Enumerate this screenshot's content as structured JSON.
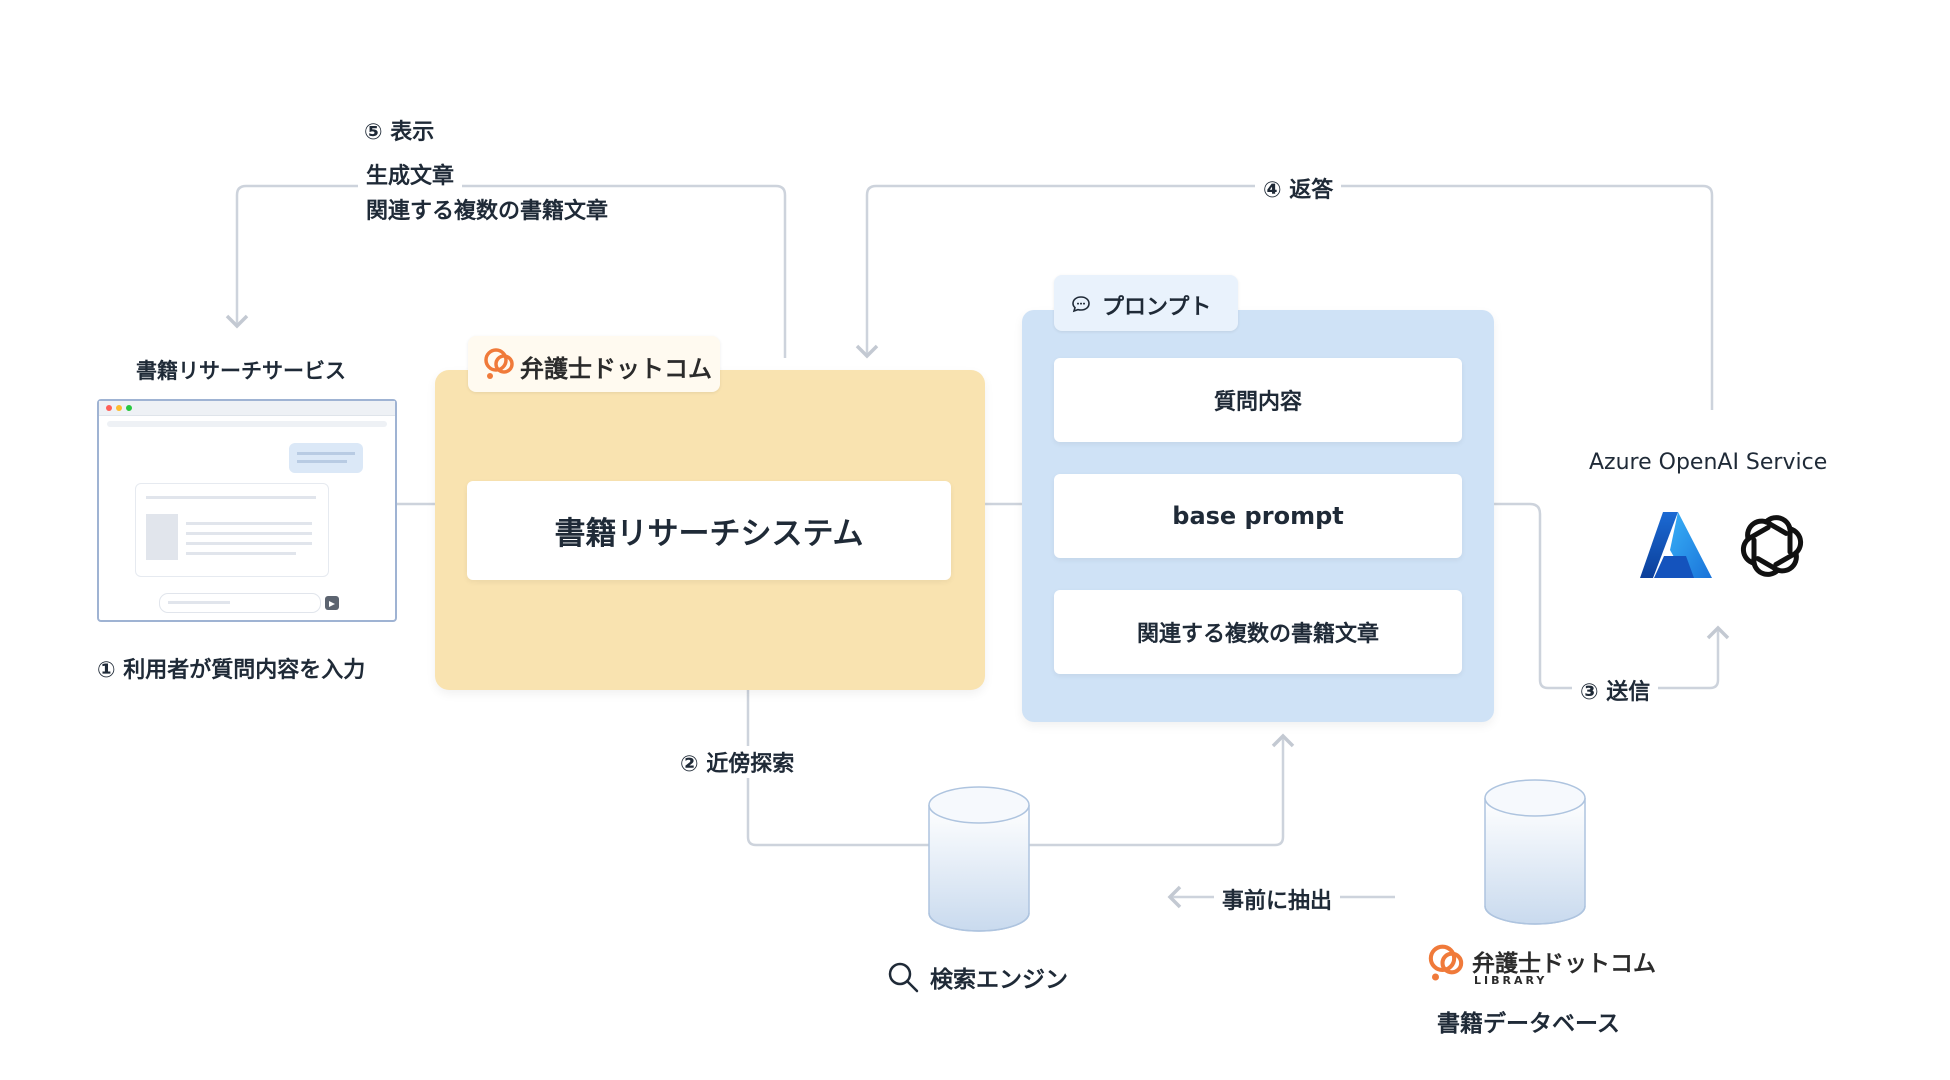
{
  "steps": {
    "display": "⑤ 表示",
    "display_line1": "生成文章",
    "display_line2": "関連する複数の書籍文章",
    "answer": "④ 返答",
    "user_input": "① 利用者が質問内容を入力",
    "neighbor_search": "② 近傍探索",
    "send": "③ 送信",
    "pre_extract": "事前に抽出"
  },
  "service": {
    "title": "書籍リサーチサービス"
  },
  "bengoshi": {
    "logo_text": "弁護士ドットコム",
    "library_sub": "LIBRARY"
  },
  "system": {
    "title": "書籍リサーチシステム"
  },
  "prompt": {
    "tab_label": "プロンプト",
    "items": [
      "質問内容",
      "base prompt",
      "関連する複数の書籍文章"
    ]
  },
  "azure": {
    "title": "Azure OpenAI Service"
  },
  "search_engine": {
    "label": "検索エンジン"
  },
  "book_db": {
    "label": "書籍データベース"
  },
  "colors": {
    "line": "#cdd3dc",
    "yellow_panel": "#f9e3b0",
    "blue_panel": "#cfe2f6",
    "brand_orange": "#f07a3a",
    "azure_blue": "#1a73d9"
  }
}
